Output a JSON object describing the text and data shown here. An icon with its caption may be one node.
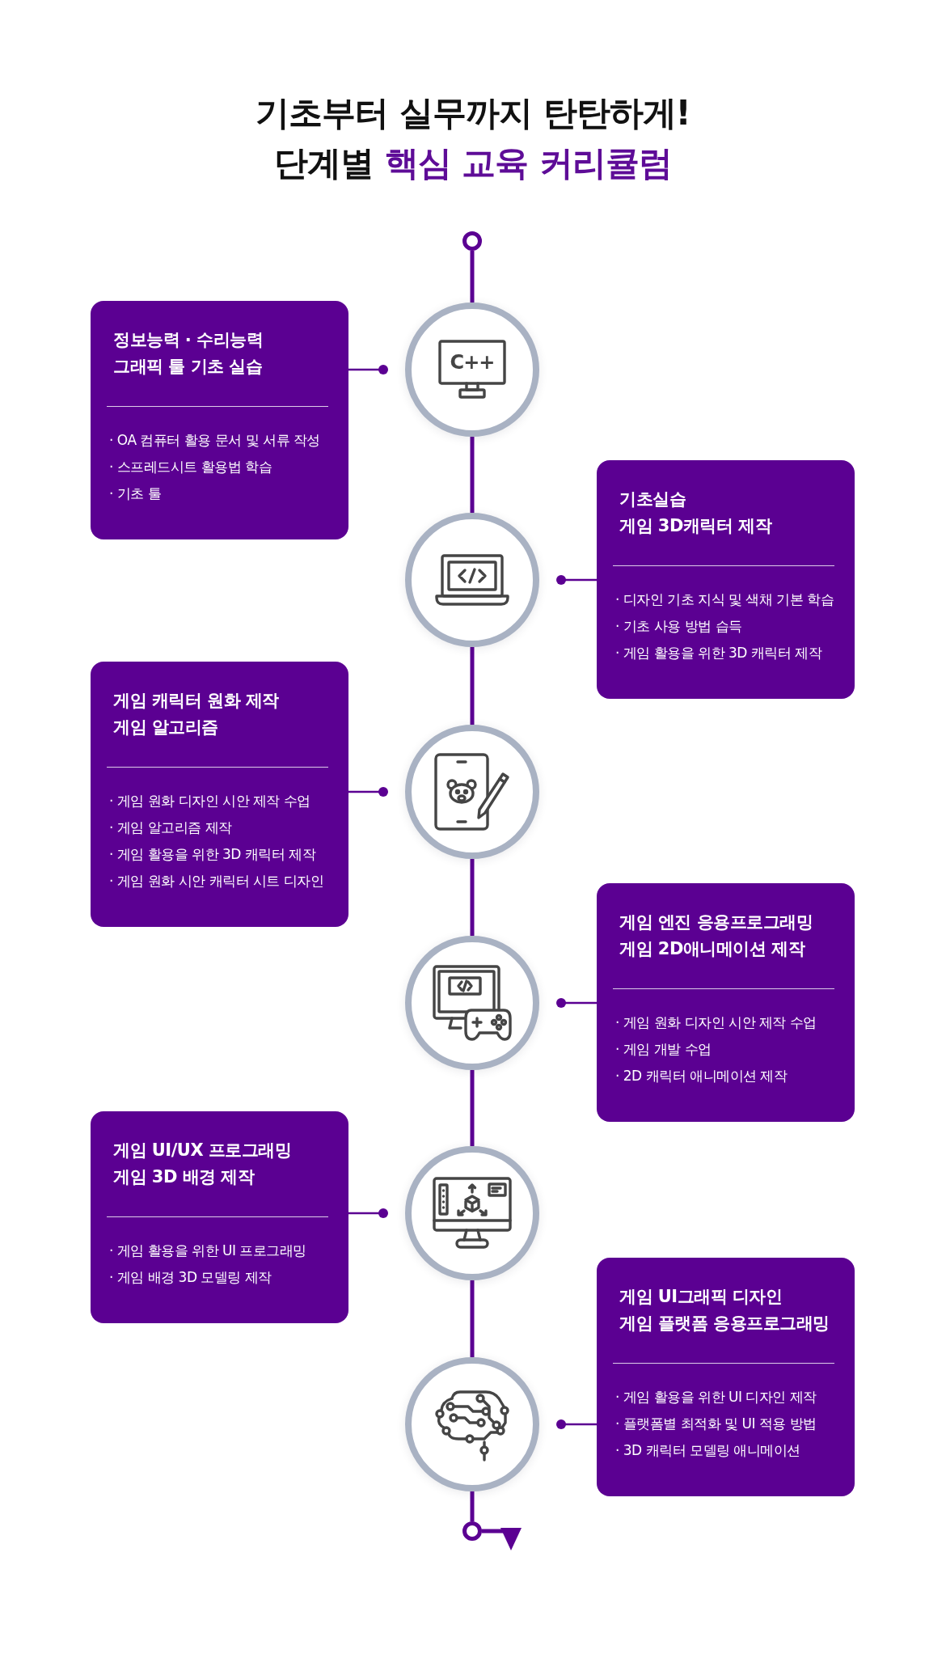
{
  "diagram": {
    "title": "기초부터 실무까지 탄탄하게! 단계별 **핵심 교육 커리큘럼**",
    "nodes": [
      {
        "text": [],
        "shape": "circle"
      },
      {
        "text": [
          "정보능력 · 수리능력 그래픽 툴 기초 실습",
          "· OA 컴퓨터 활용 문서 및 서류 작성",
          "· 스프레드시트 활용법 학습",
          "· 기초 툴"
        ]
      },
      {
        "text": [
          "C++"
        ]
      },
      {
        "text": [
          "기초실습 게임 3D캐릭터 제작",
          "· 디자인 기초 지식 및 색채 기본 학습",
          "· 기초 사용 방법 습득",
          "· 게임 활용을 위한 3D 캐릭터 제작"
        ]
      },
      {
        "text": [],
        "shape": "circle"
      },
      {
        "text": [
          "게임 캐릭터 원화 제작 게임 알고리즘",
          "· 게임 원화 디자인 시안 제작 수업",
          "· 게임 알고리즘 제작",
          "· 게임 활용을 위한 3D 캐릭터 제작",
          "· 게임 원화 시안 캐릭터 시트 디자인"
        ]
      },
      {
        "text": [],
        "shape": "circle"
      },
      {
        "text": [
          "게임 엔진 응용프로그래밍 게임 2D애니메이션 제작",
          "· 게임 원화 디자인 시안 제작 수업",
          "· 게임 개발 수업",
          "· 2D 캐릭터 애니메이션 제작"
        ]
      },
      {
        "text": [],
        "shape": "circle"
      },
      {
        "text": [
          "게임 UI/UX 프로그래밍 게임 3D 배경 제작",
          "· 게임 활용을 위한 UI 프로그래밍",
          "· 게임 배경 3D 모델링 제작"
        ]
      },
      {
        "text": [],
        "shape": "circle"
      },
      {
        "text": [
          "게임 UI그래픽 디자인 게임 플랫폼 응용프로그래밍",
          "· 게임 활용을 위한 UI 디자인 제작",
          "· 플랫폼별 최적화 및 UI 적용 방법",
          "· 3D 캐릭터 모델링 애니메이션"
        ]
      },
      {
        "text": [],
        "shape": "circle"
      },
      {
        "text": [],
        "shape": "circle"
      }
    ],
    "edges": [
      {
        "from": 0,
        "to": 2,
        "arrow": "none"
      },
      {
        "from": 1,
        "to": 2,
        "arrow": "other"
      },
      {
        "from": 2,
        "to": 4,
        "arrow": "none"
      },
      {
        "from": 3,
        "to": 4,
        "arrow": "other"
      },
      {
        "from": 4,
        "to": 6,
        "arrow": "none"
      },
      {
        "from": 5,
        "to": 6,
        "arrow": "other"
      },
      {
        "from": 6,
        "to": 8,
        "arrow": "none"
      },
      {
        "from": 7,
        "to": 8,
        "arrow": "other"
      },
      {
        "from": 8,
        "to": 10,
        "arrow": "none"
      },
      {
        "from": 9,
        "to": 10,
        "arrow": "other"
      },
      {
        "from": 10,
        "to": 12,
        "arrow": "none"
      },
      {
        "from": 11,
        "to": 12,
        "arrow": "other"
      },
      {
        "from": 12,
        "to": 13,
        "arrow": "none"
      },
      {
        "from": 13,
        "to": null,
        "arrow": "to"
      }
    ]
  }
}
